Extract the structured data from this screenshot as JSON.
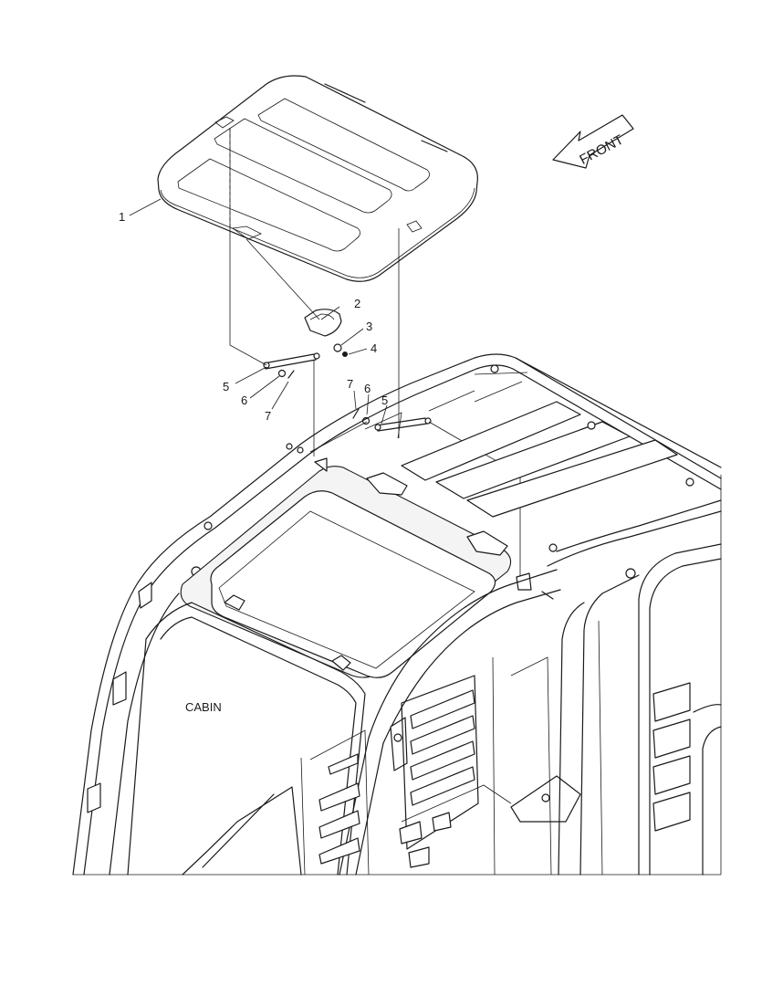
{
  "diagram": {
    "direction_label": "FRONT",
    "assembly_label": "CABIN",
    "callouts": [
      {
        "id": "c1",
        "text": "1"
      },
      {
        "id": "c2",
        "text": "2"
      },
      {
        "id": "c3",
        "text": "3"
      },
      {
        "id": "c4",
        "text": "4"
      },
      {
        "id": "c5a",
        "text": "5"
      },
      {
        "id": "c6a",
        "text": "6"
      },
      {
        "id": "c7a",
        "text": "7"
      },
      {
        "id": "c7b",
        "text": "7"
      },
      {
        "id": "c6b",
        "text": "6"
      },
      {
        "id": "c5b",
        "text": "5"
      }
    ]
  }
}
